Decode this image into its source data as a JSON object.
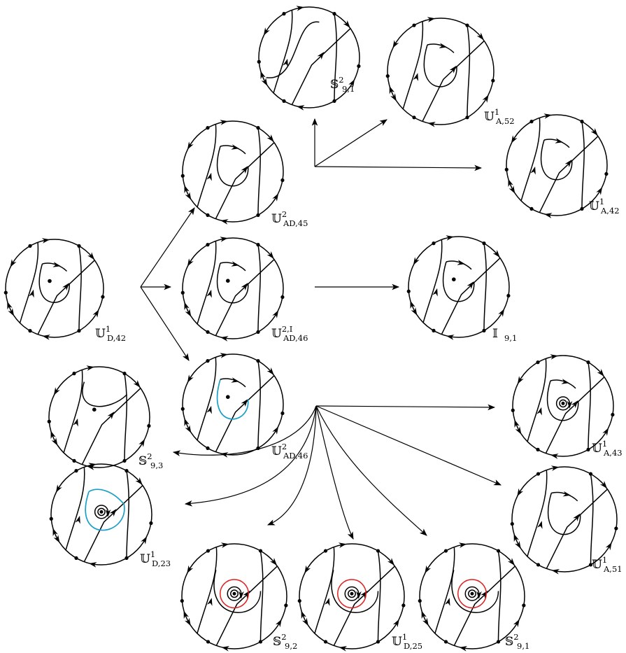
{
  "diagram": {
    "phase_portraits": [
      {
        "id": "U1_D42",
        "label": "U",
        "sup": "1",
        "sub": "D,42",
        "variant": "focus"
      },
      {
        "id": "U2_AD45",
        "label": "U",
        "sup": "2",
        "sub": "AD,45",
        "variant": "loop"
      },
      {
        "id": "U2I_AD46",
        "label": "U",
        "sup": "2,I",
        "sub": "AD,46",
        "variant": "focus"
      },
      {
        "id": "U2_AD46",
        "label": "U",
        "sup": "2",
        "sub": "AD,46",
        "variant": "blue"
      },
      {
        "id": "S2_91_top",
        "label": "S",
        "sup": "2",
        "sub": "9,1",
        "variant": "plain"
      },
      {
        "id": "U1_A52",
        "label": "U",
        "sup": "1",
        "sub": "A,52",
        "variant": "loop"
      },
      {
        "id": "U1_A42",
        "label": "U",
        "sup": "1",
        "sub": "A,42",
        "variant": "loop"
      },
      {
        "id": "I_91",
        "label": "I",
        "sup": "",
        "sub": "9,1",
        "variant": "focus"
      },
      {
        "id": "U1_A43",
        "label": "U",
        "sup": "1",
        "sub": "A,43",
        "variant": "spiral"
      },
      {
        "id": "U1_A51",
        "label": "U",
        "sup": "1",
        "sub": "A,51",
        "variant": "loop"
      },
      {
        "id": "S2_93",
        "label": "S",
        "sup": "2",
        "sub": "9,3",
        "variant": "plain2"
      },
      {
        "id": "U1_D23",
        "label": "U",
        "sup": "1",
        "sub": "D,23",
        "variant": "bluespiral"
      },
      {
        "id": "S2_92",
        "label": "S",
        "sup": "2",
        "sub": "9,2",
        "variant": "redspiral"
      },
      {
        "id": "U1_D25",
        "label": "U",
        "sup": "1",
        "sub": "D,25",
        "variant": "redspiral"
      },
      {
        "id": "S2_91_bot",
        "label": "S",
        "sup": "2",
        "sub": "9,1",
        "variant": "redspiral"
      }
    ]
  }
}
